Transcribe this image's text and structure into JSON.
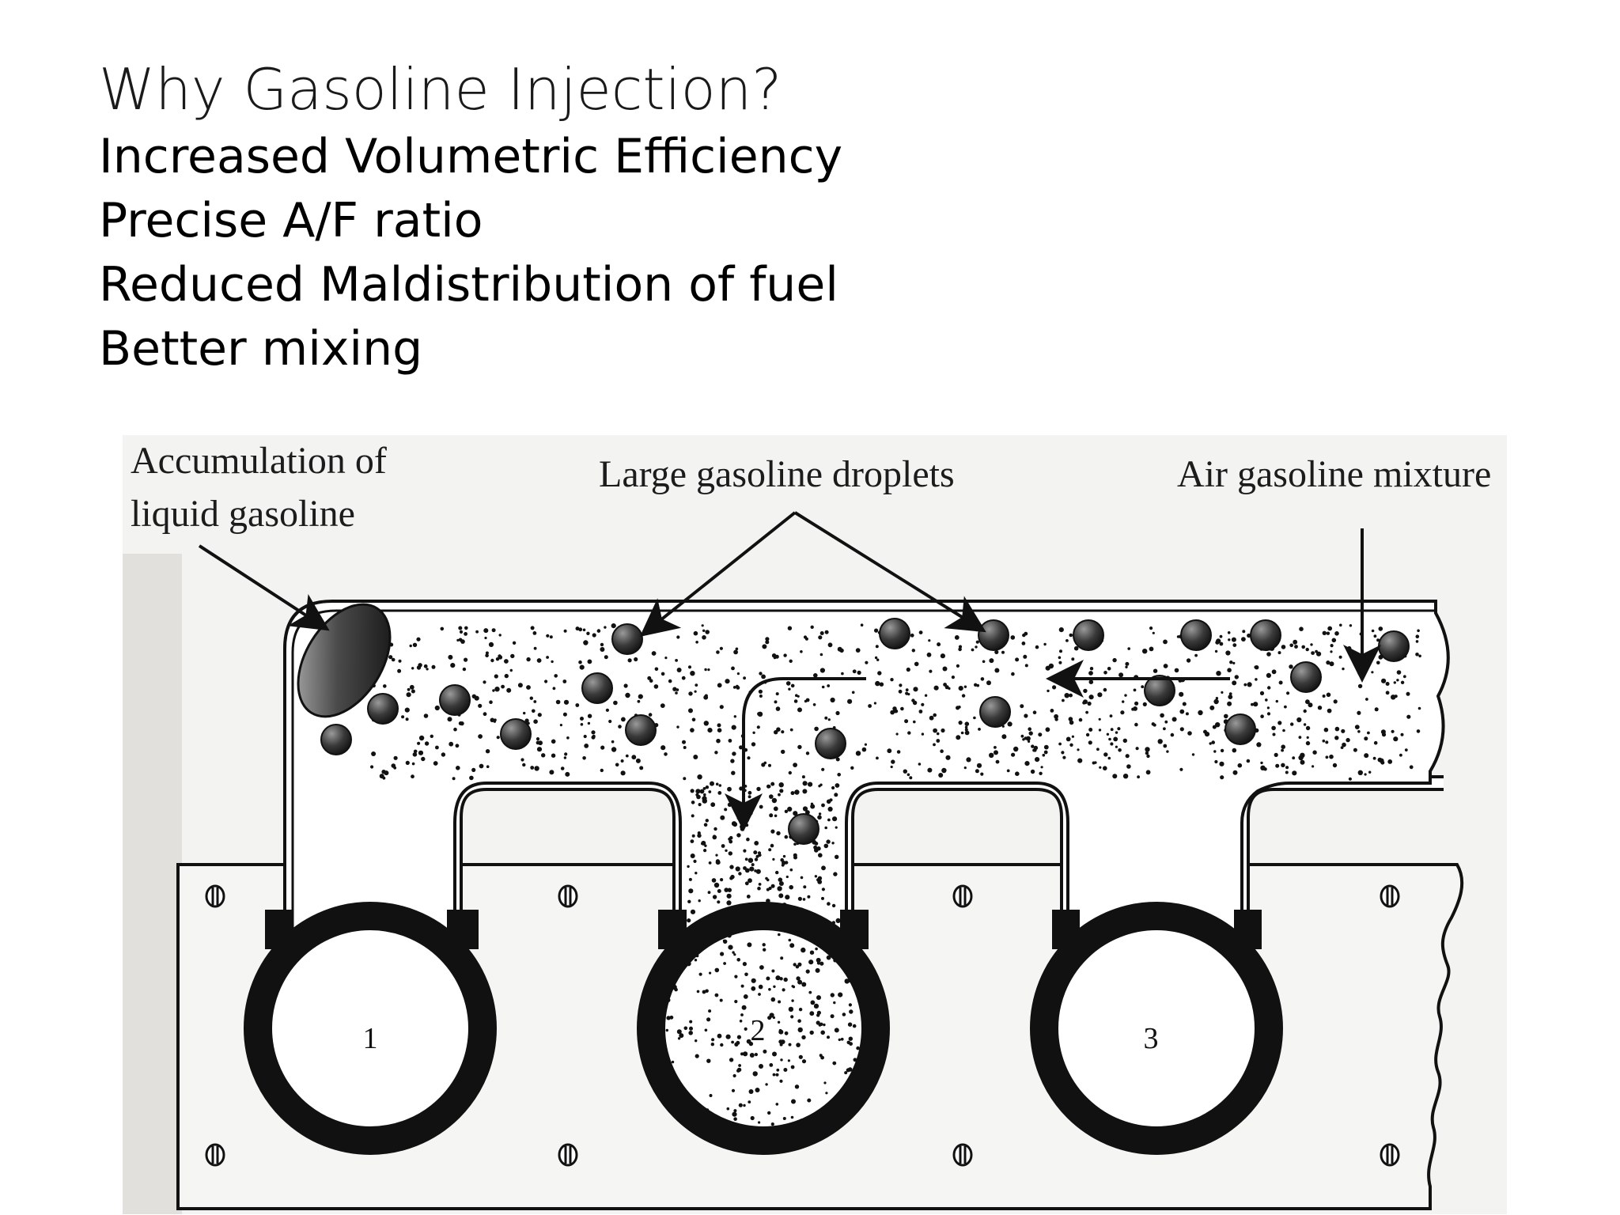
{
  "slide": {
    "title": "Why Gasoline Injection?",
    "bullets": [
      "Increased Volumetric Efficiency",
      "Precise A/F ratio",
      "Reduced Maldistribution of fuel",
      "Better mixing"
    ]
  },
  "figure": {
    "labels": {
      "accumulation_line1": "Accumulation of",
      "accumulation_line2": "liquid gasoline",
      "droplets": "Large gasoline droplets",
      "mixture": "Air gasoline mixture"
    },
    "cylinders": [
      "1",
      "2",
      "3"
    ]
  }
}
